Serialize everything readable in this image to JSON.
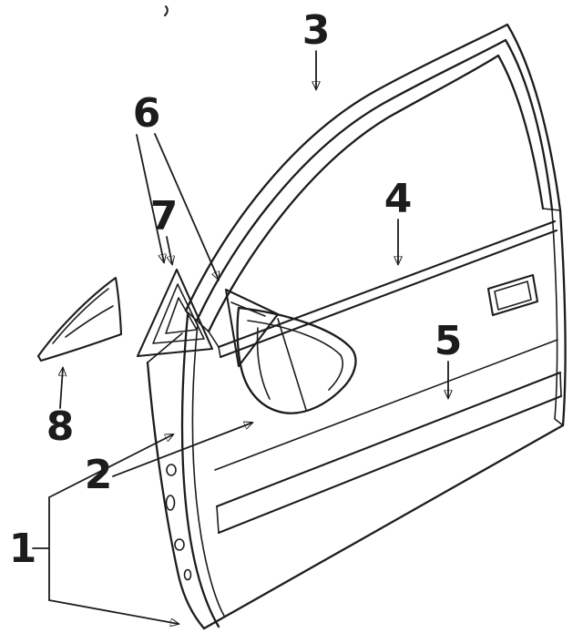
{
  "colors": {
    "paper": "#ffffff",
    "ink": "#1c1c1c"
  },
  "callouts": [
    {
      "label": "1"
    },
    {
      "label": "2"
    },
    {
      "label": "3"
    },
    {
      "label": "4"
    },
    {
      "label": "5"
    },
    {
      "label": "6"
    },
    {
      "label": "7"
    },
    {
      "label": "8"
    }
  ]
}
